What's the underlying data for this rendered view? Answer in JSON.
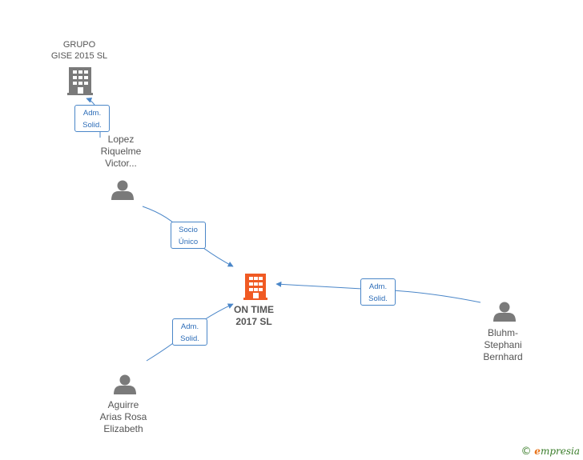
{
  "nodes": {
    "grupo_gise": {
      "label": "GRUPO\nGISE 2015  SL",
      "type": "company",
      "color": "#7a7a7a",
      "icon": "building-icon"
    },
    "lopez": {
      "label": "Lopez\nRiquelme\nVictor...",
      "type": "person",
      "color": "#7a7a7a",
      "icon": "person-icon"
    },
    "on_time": {
      "label": "ON TIME\n2017  SL",
      "type": "company-focus",
      "color": "#f05a23",
      "icon": "building-icon"
    },
    "bluhm": {
      "label": "Bluhm-\nStephani\nBernhard",
      "type": "person",
      "color": "#7a7a7a",
      "icon": "person-icon"
    },
    "aguirre": {
      "label": "Aguirre\nArias Rosa\nElizabeth",
      "type": "person",
      "color": "#7a7a7a",
      "icon": "person-icon"
    }
  },
  "edges": {
    "lopez_grupo": {
      "label": "Adm.\nSolid."
    },
    "lopez_ontime": {
      "label": "Socio\nÚnico"
    },
    "bluhm_ontime": {
      "label": "Adm.\nSolid."
    },
    "aguirre_ontime": {
      "label": "Adm.\nSolid."
    }
  },
  "colors": {
    "edge": "#4a86c8",
    "edge_text": "#2d6db8"
  },
  "brand": {
    "copyright": "©",
    "initial": "e",
    "name": "mpresia"
  }
}
